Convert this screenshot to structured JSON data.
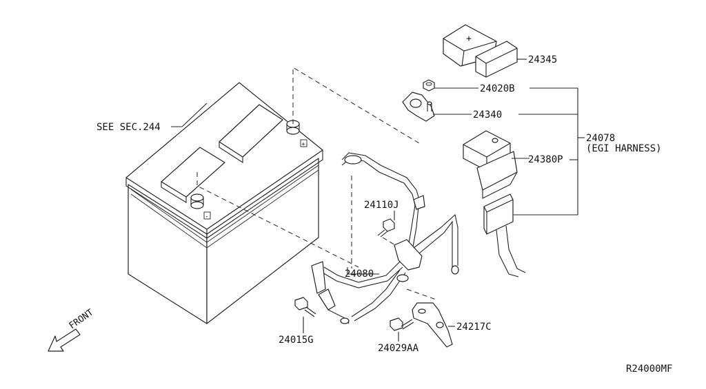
{
  "callouts": {
    "see_sec": "SEE SEC.244",
    "p24345": "24345",
    "p24020b": "24020B",
    "p24340": "24340",
    "p24078": "24078",
    "egi_harness": "(EGI HARNESS)",
    "p24380p": "24380P",
    "p24110j": "24110J",
    "p24080": "24080",
    "p24217c": "24217C",
    "p24015g": "24015G",
    "p24029aa": "24029AA",
    "front": "FRONT"
  },
  "diagram_id": "R24000MF",
  "terminal_symbols": {
    "positive": "+",
    "negative": "-"
  }
}
